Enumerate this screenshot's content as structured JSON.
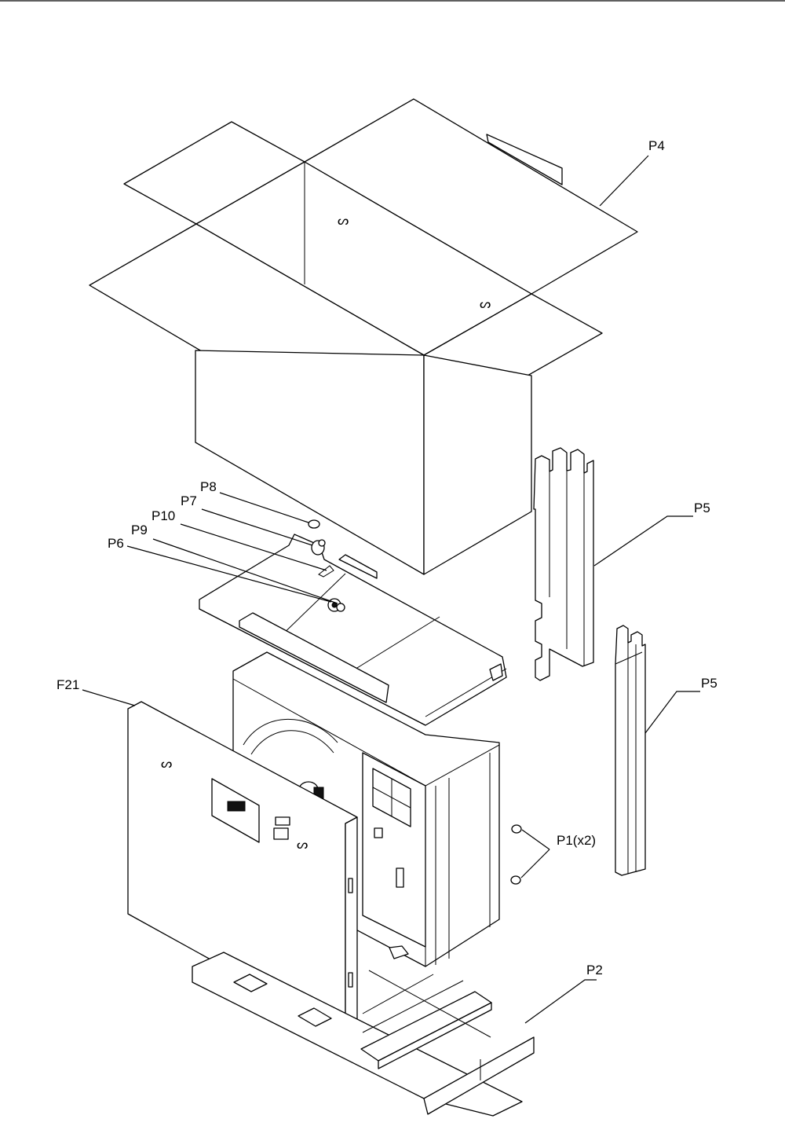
{
  "labels": {
    "p4": "P4",
    "p5_upper": "P5",
    "p5_lower": "P5",
    "p8": "P8",
    "p7": "P7",
    "p10": "P10",
    "p9": "P9",
    "p6": "P6",
    "f21": "F21",
    "p1": "P1(x2)",
    "p2": "P2"
  }
}
